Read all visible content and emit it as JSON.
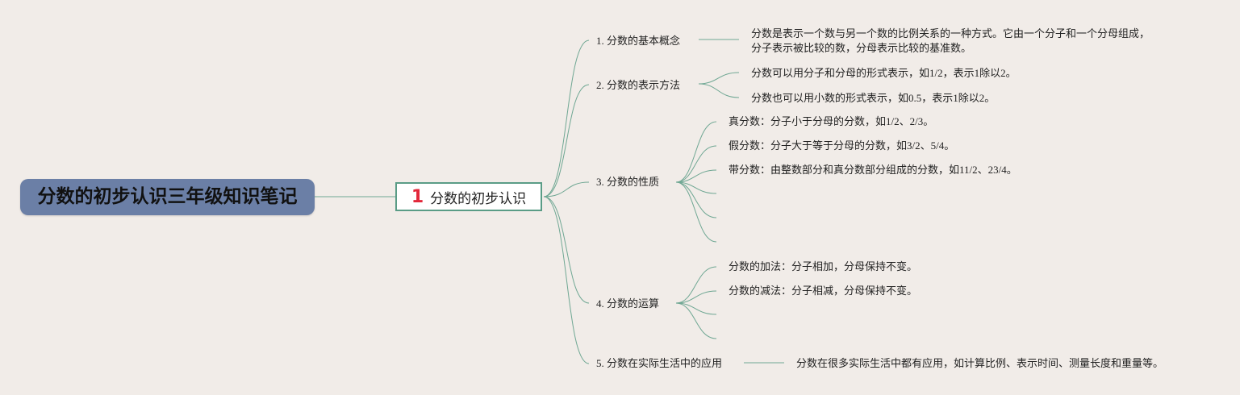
{
  "root": {
    "title": "分数的初步认识三年级知识笔记"
  },
  "topic": {
    "number": "1",
    "label": "分数的初步认识"
  },
  "branches": [
    {
      "label": "1. 分数的基本概念",
      "leaves": [
        "分数是表示一个数与另一个数的比例关系的一种方式。它由一个分子和一个分母组成，分子表示被比较的数，分母表示比较的基准数。"
      ]
    },
    {
      "label": "2. 分数的表示方法",
      "leaves": [
        "分数可以用分子和分母的形式表示，如1/2，表示1除以2。",
        "分数也可以用小数的形式表示，如0.5，表示1除以2。"
      ]
    },
    {
      "label": "3. 分数的性质",
      "leaves": [
        "真分数：分子小于分母的分数，如1/2、2/3。",
        "假分数：分子大于等于分母的分数，如3/2、5/4。",
        "带分数：由整数部分和真分数部分组成的分数，如11/2、23/4。"
      ]
    },
    {
      "label": "4. 分数的运算",
      "leaves": [
        "分数的加法：分子相加，分母保持不变。",
        "分数的减法：分子相减，分母保持不变。"
      ]
    },
    {
      "label": "5. 分数在实际生活中的应用",
      "leaves": [
        "分数在很多实际生活中都有应用，如计算比例、表示时间、测量长度和重量等。"
      ]
    }
  ],
  "colors": {
    "line": "#6fa793",
    "root_bg": "#6b7fa6",
    "badge": "#e2283a",
    "background": "#f1ece8"
  }
}
